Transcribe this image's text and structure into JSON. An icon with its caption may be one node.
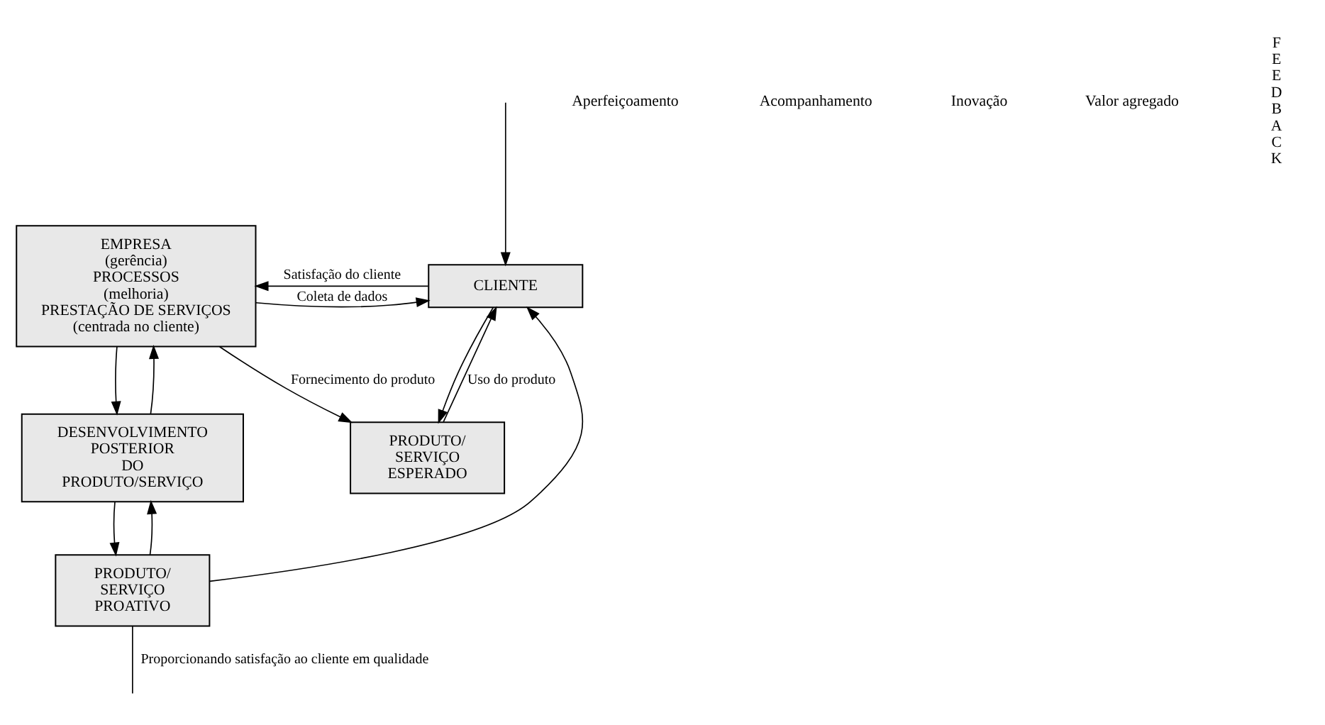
{
  "diagram": {
    "nodes": [
      {
        "text": [
          "EMPRESA",
          "(gerência)",
          "PROCESSOS",
          "(melhoria)",
          "PRESTAÇÃO DE SERVIÇOS",
          "(centrada no cliente)"
        ]
      },
      {
        "text": [
          "CLIENTE"
        ]
      },
      {
        "text": [
          "PRODUTO/ SERVIÇO ESPERADO"
        ]
      },
      {
        "text": [
          "DESENVOLVIMENTO POSTERIOR DO PRODUTO/SERVIÇO"
        ]
      },
      {
        "text": [
          "PRODUTO/ SERVIÇO PROATIVO"
        ]
      }
    ],
    "edges": [
      {
        "from": null,
        "to": 1,
        "arrow": "to"
      },
      {
        "from": 1,
        "to": 0,
        "arrow": "to",
        "label": "Satisfação do cliente"
      },
      {
        "from": 0,
        "to": 1,
        "arrow": "to",
        "label": "Coleta de dados"
      },
      {
        "from": 1,
        "to": 2,
        "arrow": "to"
      },
      {
        "from": 2,
        "to": 1,
        "arrow": "to",
        "label": "Uso do produto"
      },
      {
        "from": 0,
        "to": 2,
        "arrow": "to",
        "label": "Fornecimento do produto"
      },
      {
        "from": 0,
        "to": 3,
        "arrow": "to"
      },
      {
        "from": 3,
        "to": 0,
        "arrow": "to"
      },
      {
        "from": 4,
        "to": 3,
        "arrow": "to"
      },
      {
        "from": 3,
        "to": 4,
        "arrow": "to"
      },
      {
        "from": 4,
        "to": 1,
        "arrow": "to"
      },
      {
        "from": 4,
        "to": null,
        "arrow": "none",
        "label": "Proporcionando satisfação ao cliente em qualidade"
      }
    ],
    "labels": [
      "Aperfeiçoamento",
      "Acompanhamento",
      "Inovação",
      "Valor agregado",
      "FEEDBACK"
    ]
  }
}
